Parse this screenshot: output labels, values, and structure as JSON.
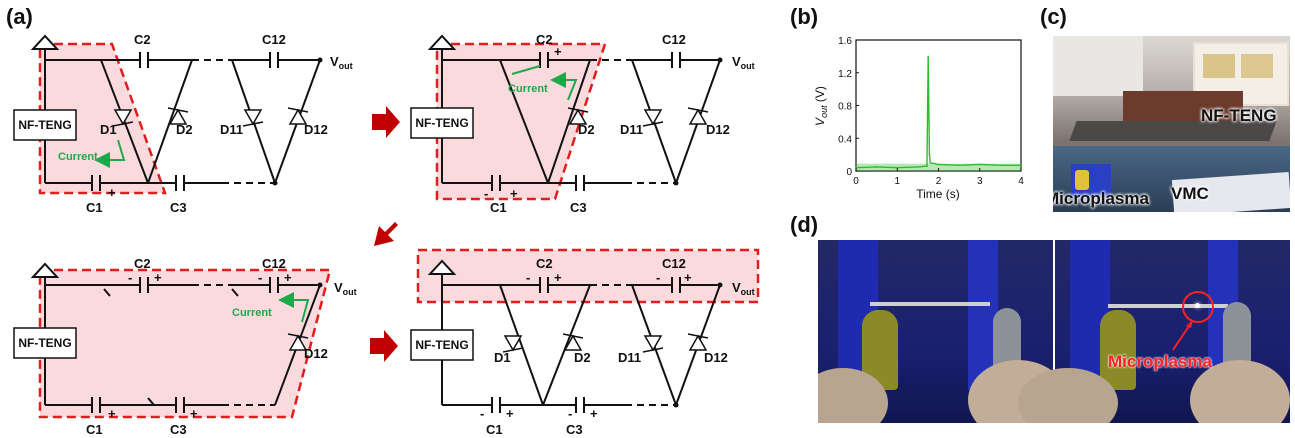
{
  "panel_labels": {
    "a": "(a)",
    "b": "(b)",
    "c": "(c)",
    "d": "(d)"
  },
  "circuit": {
    "teng": "NF-TENG",
    "vout": "V",
    "vout_sub": "out",
    "current": "Current",
    "plus": "+",
    "minus": "-",
    "c1": "C1",
    "c2": "C2",
    "c3": "C3",
    "c12": "C12",
    "d1": "D1",
    "d2": "D2",
    "d11": "D11",
    "d12": "D12"
  },
  "colors": {
    "highlight_fill": "#fadadd",
    "highlight_stroke": "#e01e1e",
    "current": "#1fa84a",
    "arrow": "#c00000",
    "signal": "#2bbd2b"
  },
  "chart_data": {
    "type": "line",
    "xlabel": "Time (s)",
    "ylabel_main": "V",
    "ylabel_sub": "out",
    "ylabel_unit": " (V)",
    "xlim": [
      0,
      4
    ],
    "ylim": [
      0,
      1.6
    ],
    "xticks": [
      "0",
      "1",
      "2",
      "3",
      "4"
    ],
    "yticks": [
      "0",
      "0.4",
      "0.8",
      "1.2",
      "1.6"
    ],
    "series": [
      {
        "values": {
          "x": [
            0,
            0.5,
            1.0,
            1.5,
            1.72,
            1.75,
            1.78,
            1.8,
            2.0,
            2.5,
            3.0,
            3.5,
            4.0
          ],
          "y": [
            0.04,
            0.05,
            0.04,
            0.05,
            0.06,
            1.4,
            0.2,
            0.1,
            0.08,
            0.07,
            0.08,
            0.07,
            0.07
          ]
        }
      }
    ]
  },
  "photo_c": {
    "labels": {
      "teng": "NF-TENG",
      "vmc": "VMC",
      "plasma": "Microplasma"
    }
  },
  "photo_d": {
    "label": "Microplasma"
  }
}
